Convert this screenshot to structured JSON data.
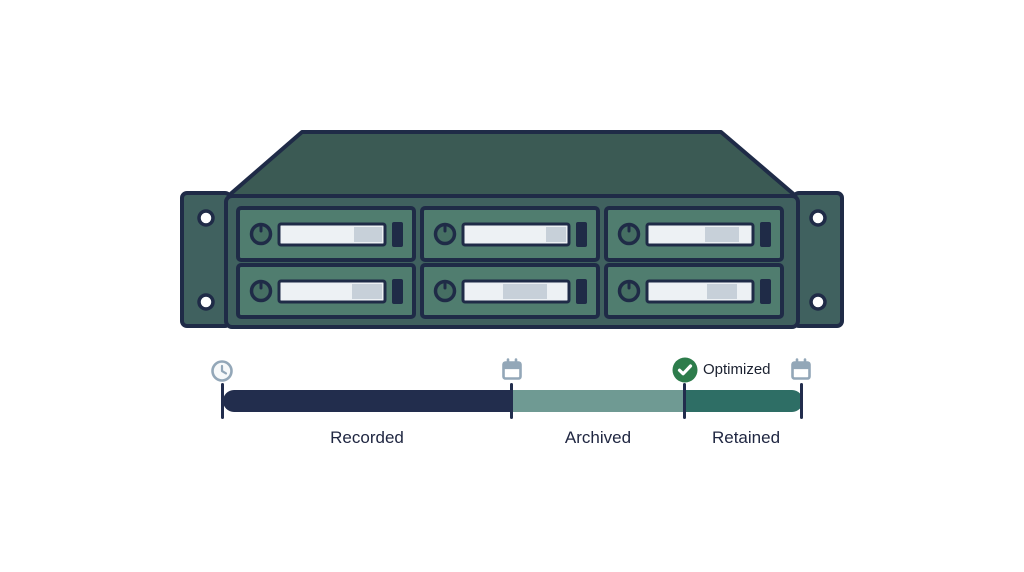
{
  "page": {
    "background": "#ffffff"
  },
  "server": {
    "description": "rack-storage-server",
    "drive_rows": 2,
    "drive_columns": 3,
    "drive_count": 6,
    "colors": {
      "outline": "#1f2b47",
      "chassis": "#40615f",
      "lid": "#3b5a54",
      "bay": "#507d6f",
      "knob": "#466f63",
      "slot_bar": "#edf1f4",
      "slot_bar_fill": "#c7d0d9",
      "screw": "#fdfefe"
    }
  },
  "timeline": {
    "segments": [
      {
        "label": "Recorded",
        "color": "#222d4d",
        "width_pct": 50
      },
      {
        "label": "Archived",
        "color": "#6f9a93",
        "width_pct": 30
      },
      {
        "label": "Retained",
        "color": "#2e6e65",
        "width_pct": 20
      }
    ],
    "optimized_label": "Optimized",
    "markers": [
      {
        "icon": "clock-icon",
        "position": "start"
      },
      {
        "icon": "calendar-icon",
        "position": "recorded-archived-boundary"
      },
      {
        "icon": "check-badge-icon",
        "position": "archived-retained-boundary"
      },
      {
        "icon": "calendar-icon",
        "position": "end"
      }
    ],
    "colors": {
      "tick": "#222d4d",
      "label_text": "#202742",
      "icon": "#93a7b8",
      "badge": "#2d7c4b"
    }
  }
}
